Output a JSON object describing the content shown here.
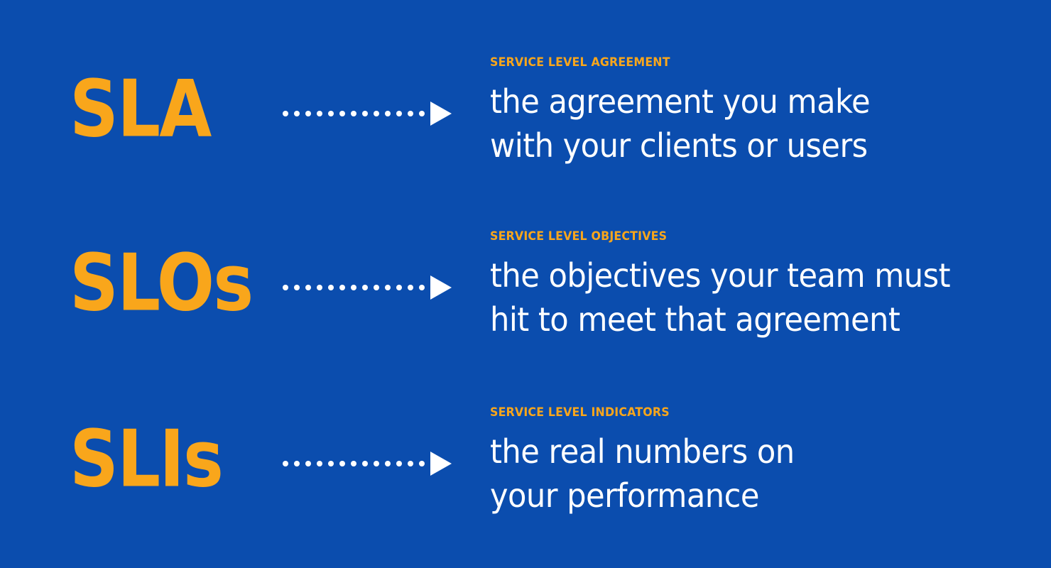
{
  "theme": {
    "background_color": "#0B4DAE",
    "accent_color": "#F9A61B",
    "text_color": "#FFFFFF"
  },
  "connector": {
    "dot_count": 13,
    "arrow_icon": "arrow-right-triangle-icon"
  },
  "rows": [
    {
      "acronym": "SLA",
      "eyebrow": "SERVICE LEVEL AGREEMENT",
      "lines": [
        "the agreement you make",
        "with your clients or users"
      ]
    },
    {
      "acronym": "SLOs",
      "eyebrow": "SERVICE LEVEL OBJECTIVES",
      "lines": [
        "the objectives your team must",
        "hit to meet that agreement"
      ]
    },
    {
      "acronym": "SLIs",
      "eyebrow": "SERVICE LEVEL INDICATORS",
      "lines": [
        "the real numbers on",
        "your performance"
      ]
    }
  ]
}
